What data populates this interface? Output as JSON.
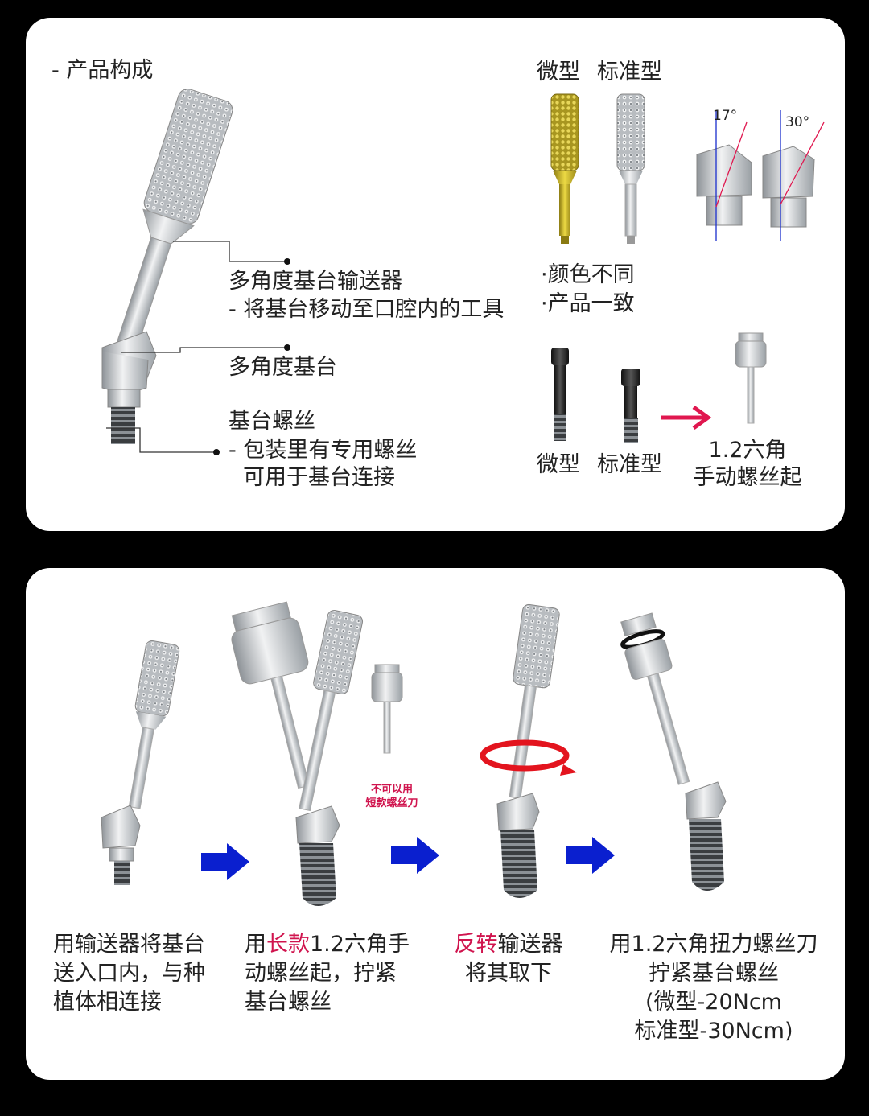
{
  "panel1": {
    "heading": "- 产品构成",
    "callouts": {
      "driver_title": "多角度基台输送器",
      "driver_desc": "- 将基台移动至口腔内的工具",
      "abutment_title": "多角度基台",
      "screw_title": "基台螺丝",
      "screw_desc1": "- 包装里有专用螺丝",
      "screw_desc2": "可用于基台连接"
    },
    "types": {
      "mini": "微型",
      "standard": "标准型"
    },
    "angles": {
      "a17": "17°",
      "a30": "30°"
    },
    "notes": {
      "line1": "·颜色不同",
      "line2": "·产品一致"
    },
    "screw_types": {
      "mini": "微型",
      "standard": "标准型"
    },
    "hex_driver": {
      "line1": "1.2六角",
      "line2": "手动螺丝起"
    },
    "colors": {
      "mini_driver": "#c9b52c",
      "arrow_red": "#e0174f"
    }
  },
  "panel2": {
    "warning": {
      "line1": "不可以用",
      "line2": "短款螺丝刀"
    },
    "steps": [
      {
        "lines": [
          "用输送器将基台",
          "送入口内，与种",
          "植体相连接"
        ]
      },
      {
        "line1_pre": "用",
        "line1_hl": "长款",
        "line1_post": "1.2六角手",
        "line2": "动螺丝起，拧紧",
        "line3": "基台螺丝"
      },
      {
        "line1_hl": "反转",
        "line1_post": "输送器",
        "line2": "将其取下"
      },
      {
        "lines": [
          "用1.2六角扭力螺丝刀",
          "拧紧基台螺丝",
          "(微型-20Ncm",
          "标准型-30Ncm)"
        ]
      }
    ],
    "colors": {
      "arrow_blue": "#0a1fcf",
      "highlight": "#d0144e"
    }
  }
}
